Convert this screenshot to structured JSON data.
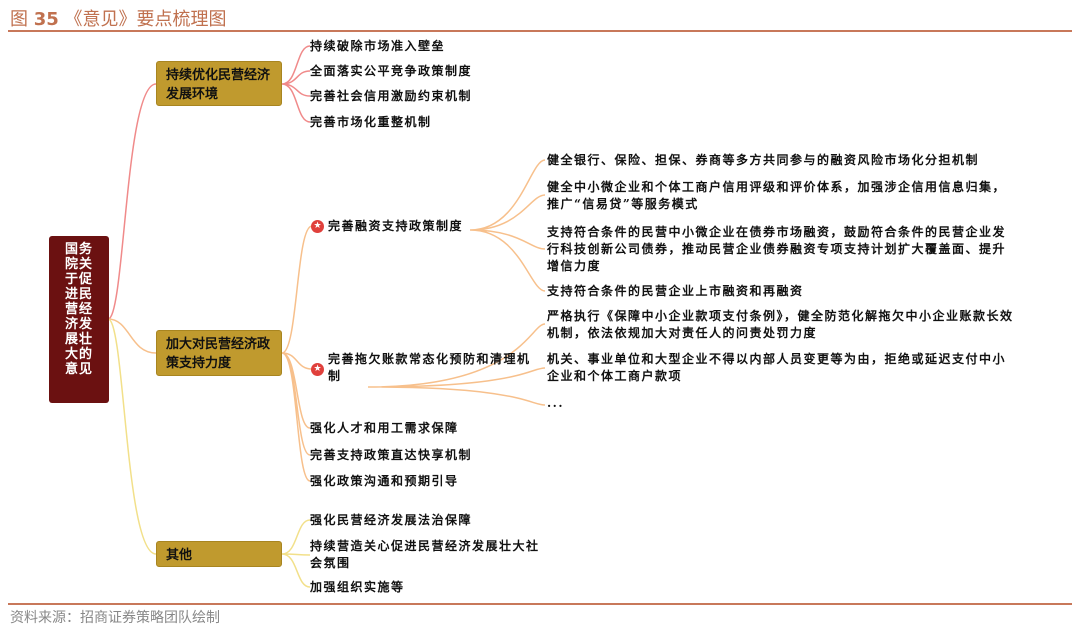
{
  "title": {
    "prefix": "图",
    "number": "35",
    "text": "《意见》要点梳理图"
  },
  "source": "资料来源：招商证券策略团队绘制",
  "root": "国务院关于促进民营经济发展壮大的意见",
  "branches": [
    {
      "label": "持续优化民营经济发展环境",
      "items": [
        "持续破除市场准入壁垒",
        "全面落实公平竞争政策制度",
        "完善社会信用激励约束机制",
        "完善市场化重整机制"
      ]
    },
    {
      "label": "加大对民营经济政策支持力度",
      "sub": [
        {
          "label": "完善融资支持政策制度",
          "icon": "star-icon",
          "items": [
            "健全银行、保险、担保、券商等多方共同参与的融资风险市场化分担机制",
            "健全中小微企业和个体工商户信用评级和评价体系，加强涉企信用信息归集，推广“信易贷”等服务模式",
            "支持符合条件的民营中小微企业在债券市场融资，鼓励符合条件的民营企业发行科技创新公司债券，推动民营企业债券融资专项支持计划扩大覆盖面、提升增信力度",
            "支持符合条件的民营企业上市融资和再融资"
          ]
        },
        {
          "label": "完善拖欠账款常态化预防和清理机制",
          "icon": "star-icon",
          "items": [
            "严格执行《保障中小企业款项支付条例》，健全防范化解拖欠中小企业账款长效机制，依法依规加大对责任人的问责处罚力度",
            "机关、事业单位和大型企业不得以内部人员变更等为由，拒绝或延迟支付中小企业和个体工商户款项",
            "..."
          ]
        }
      ],
      "items": [
        "强化人才和用工需求保障",
        "完善支持政策直达快享机制",
        "强化政策沟通和预期引导"
      ]
    },
    {
      "label": "其他",
      "items": [
        "强化民营经济发展法治保障",
        "持续营造关心促进民营经济发展壮大社会氛围",
        "加强组织实施等"
      ]
    }
  ],
  "colors": {
    "root": "#6b1111",
    "branch": "#c09a2e",
    "link1": "#f08a8a",
    "link2": "#f7c08c",
    "link3": "#f2e08a"
  }
}
